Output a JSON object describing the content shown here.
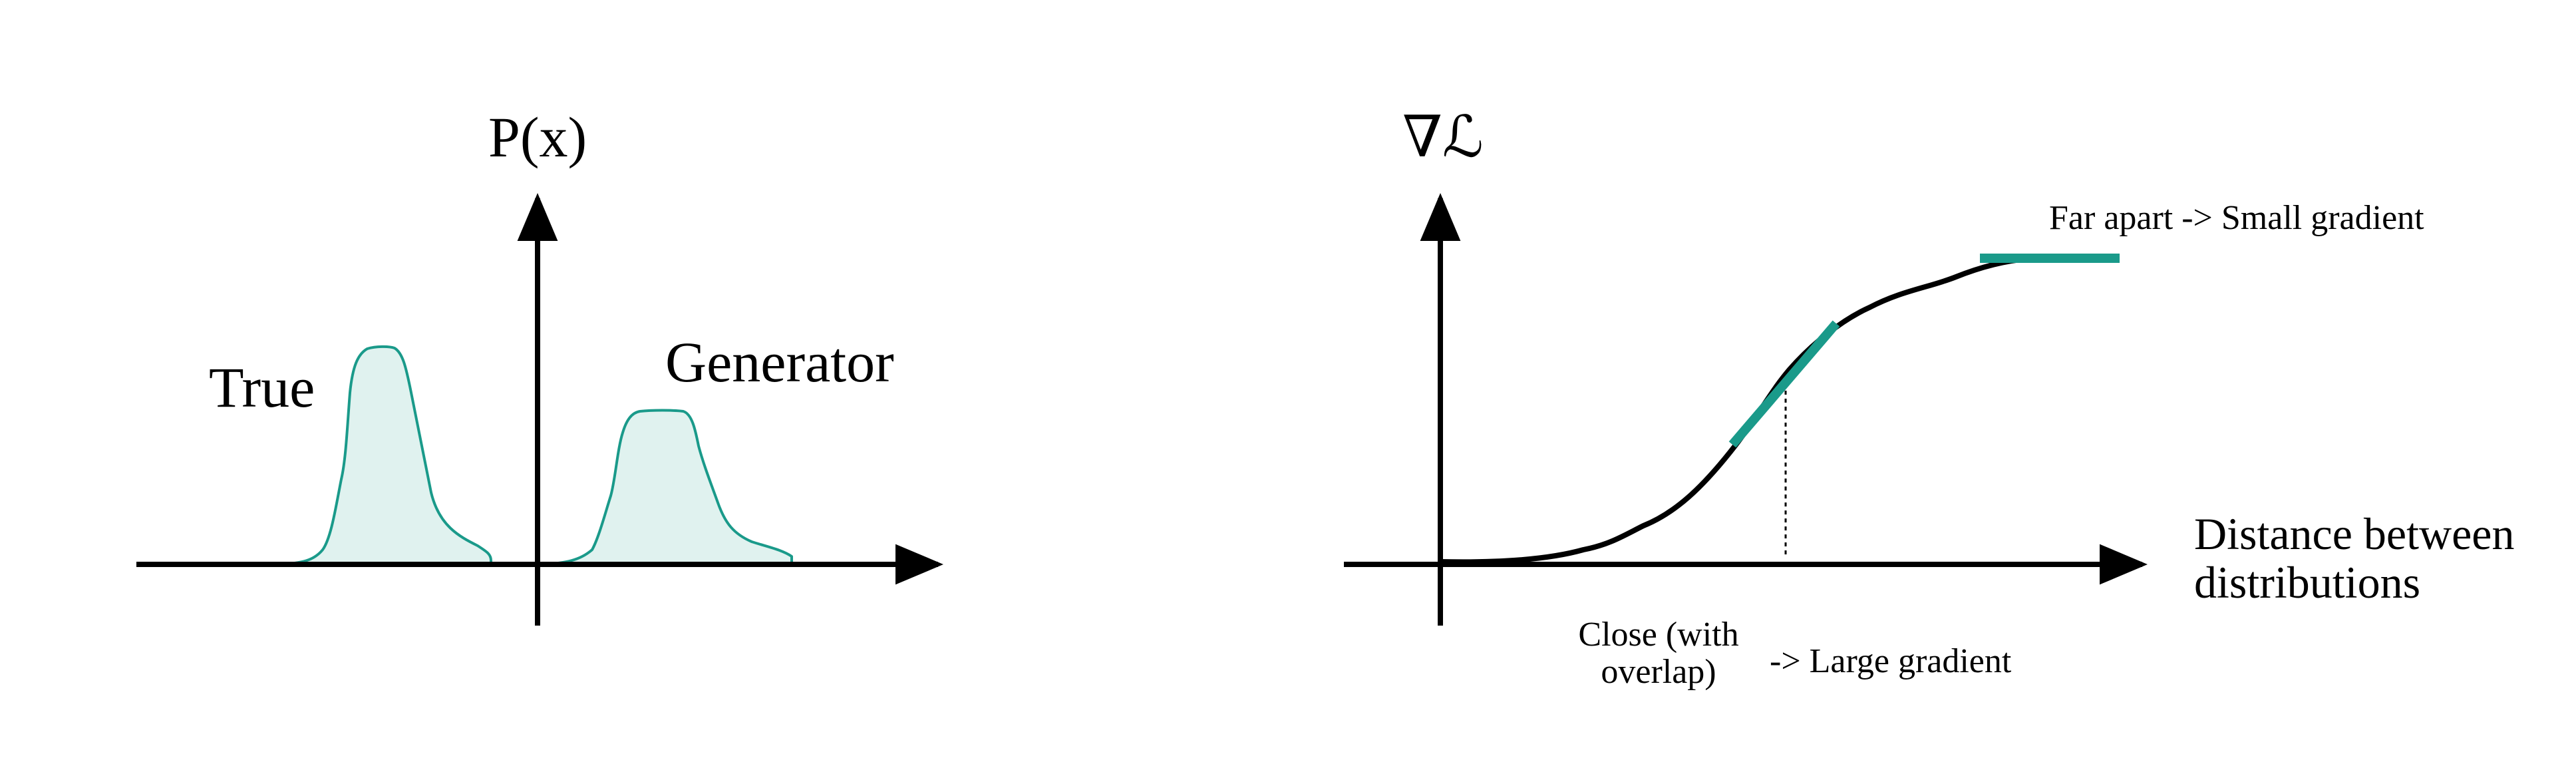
{
  "left_panel": {
    "axis_label": "P(x)",
    "true_label": "True",
    "generator_label": "Generator",
    "curve_color": "#1a9a8a",
    "fill_color": "#e0f2ef"
  },
  "right_panel": {
    "y_axis_label": "∇ℒ",
    "x_axis_label_line1": "Distance between",
    "x_axis_label_line2": "distributions",
    "far_annotation": "Far apart -> Small gradient",
    "close_annotation_line1": "Close (with",
    "close_annotation_line2": "overlap)",
    "large_gradient_annotation": "-> Large gradient",
    "tangent_color": "#1a9a8a",
    "curve_color": "#000000"
  }
}
